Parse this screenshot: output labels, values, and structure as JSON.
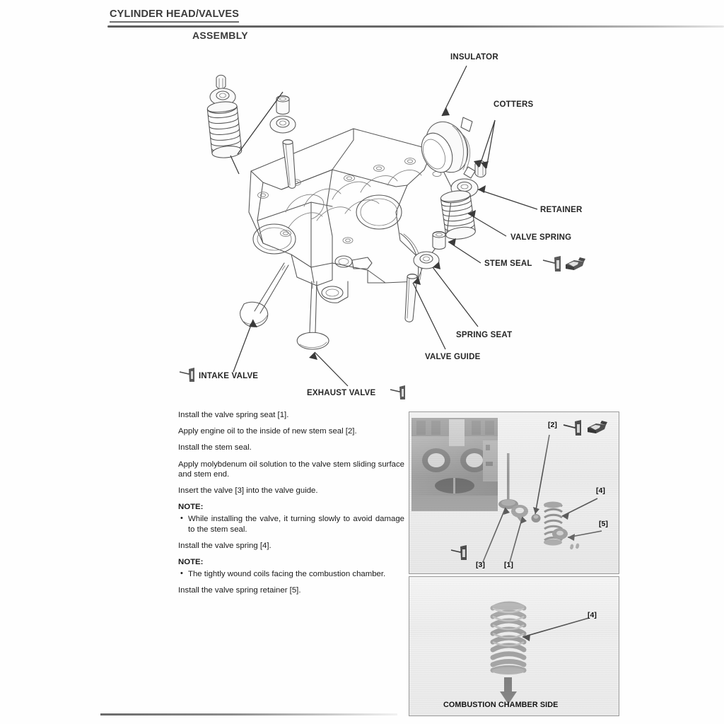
{
  "header": {
    "title": "CYLINDER HEAD/VALVES",
    "section": "ASSEMBLY"
  },
  "exploded_diagram": {
    "labels": [
      {
        "id": "insulator",
        "text": "INSULATOR"
      },
      {
        "id": "cotters",
        "text": "COTTERS"
      },
      {
        "id": "retainer",
        "text": "RETAINER"
      },
      {
        "id": "valve-spring",
        "text": "VALVE SPRING"
      },
      {
        "id": "stem-seal",
        "text": "STEM SEAL"
      },
      {
        "id": "spring-seat",
        "text": "SPRING SEAT"
      },
      {
        "id": "valve-guide",
        "text": "VALVE GUIDE"
      },
      {
        "id": "intake-valve",
        "text": "INTAKE VALVE"
      },
      {
        "id": "exhaust-valve",
        "text": "EXHAUST VALVE"
      }
    ],
    "service_icons": [
      {
        "id": "engine-oil",
        "name": "oil-applicator-icon"
      },
      {
        "id": "molybdenum-oil",
        "name": "grease-container-icon"
      }
    ]
  },
  "procedure": {
    "steps": [
      {
        "type": "step",
        "text": "Install the valve spring seat [1]."
      },
      {
        "type": "step",
        "text": "Apply engine oil to the inside of new stem seal [2]."
      },
      {
        "type": "step",
        "text": "Install the stem seal."
      },
      {
        "type": "step",
        "text": "Apply molybdenum oil solution to the valve stem sliding surface and stem end."
      },
      {
        "type": "step",
        "text": "Insert the valve [3] into the valve guide."
      },
      {
        "type": "note",
        "label": "NOTE:",
        "bullet": "While installing the valve, it turning slowly to avoid damage to the stem seal."
      },
      {
        "type": "step",
        "text": "Install the valve spring [4]."
      },
      {
        "type": "note",
        "label": "NOTE:",
        "bullet": "The tightly wound coils facing the combustion chamber."
      },
      {
        "type": "step",
        "text": "Install the valve spring retainer [5]."
      }
    ]
  },
  "photo_panels": [
    {
      "id": "assembly-photo",
      "callouts": [
        "[2]",
        "[4]",
        "[5]",
        "[3]",
        "[1]"
      ],
      "service_icons": [
        {
          "name": "oil-applicator-icon"
        },
        {
          "name": "grease-container-icon"
        },
        {
          "name": "oil-applicator-icon"
        }
      ]
    },
    {
      "id": "spring-orientation-photo",
      "callouts": [
        "[4]"
      ],
      "caption": "COMBUSTION CHAMBER SIDE"
    }
  ],
  "colors": {
    "ink": "#1d1d1d",
    "rule": "#6e6e6e",
    "line_art": "#545454",
    "panel_bg": "#f0f0f0",
    "panel_border": "#9a9a9a"
  }
}
